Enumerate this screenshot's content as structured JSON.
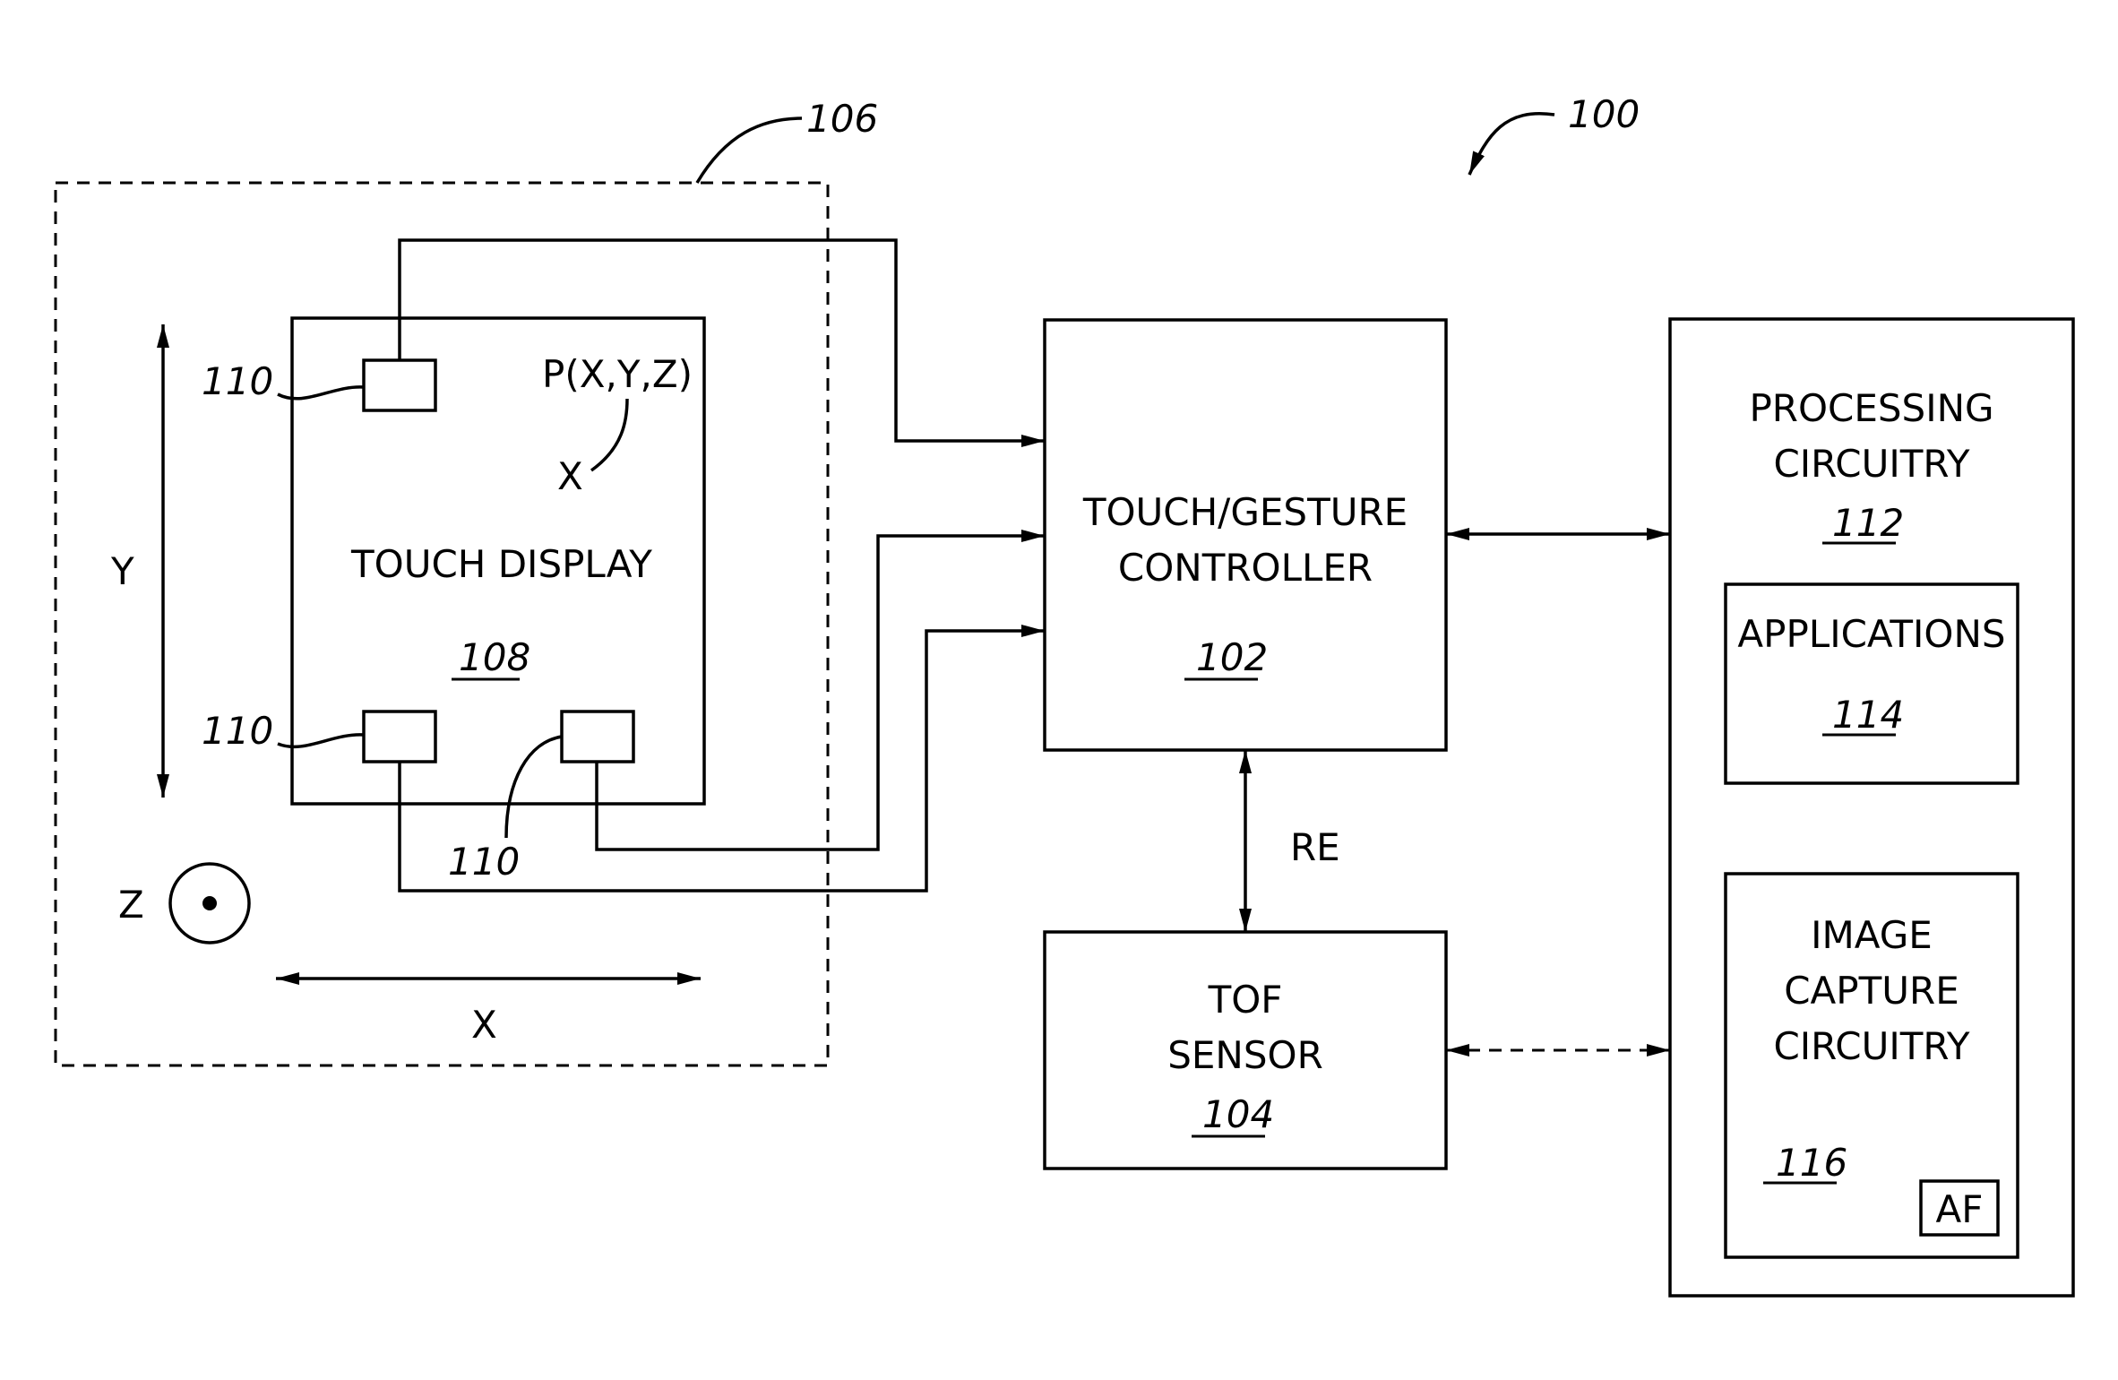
{
  "figure_ref": "100",
  "device_region": {
    "ref": "106"
  },
  "touch_display": {
    "title": "TOUCH  DISPLAY",
    "ref": "108",
    "point_label": "P(X,Y,Z)",
    "point_mark": "X"
  },
  "sensors": {
    "ref_top": "110",
    "ref_bottom_left": "110",
    "ref_bottom_right": "110"
  },
  "axes": {
    "y_label": "Y",
    "x_label": "X",
    "z_label": "Z"
  },
  "controller": {
    "line1": "TOUCH/GESTURE",
    "line2": "CONTROLLER",
    "ref": "102"
  },
  "re_label": "RE",
  "tof": {
    "line1": "TOF",
    "line2": "SENSOR",
    "ref": "104"
  },
  "processing": {
    "line1": "PROCESSING",
    "line2": "CIRCUITRY",
    "ref": "112"
  },
  "applications": {
    "title": "APPLICATIONS",
    "ref": "114"
  },
  "image_capture": {
    "line1": "IMAGE",
    "line2": "CAPTURE",
    "line3": "CIRCUITRY",
    "ref": "116",
    "af_label": "AF"
  }
}
